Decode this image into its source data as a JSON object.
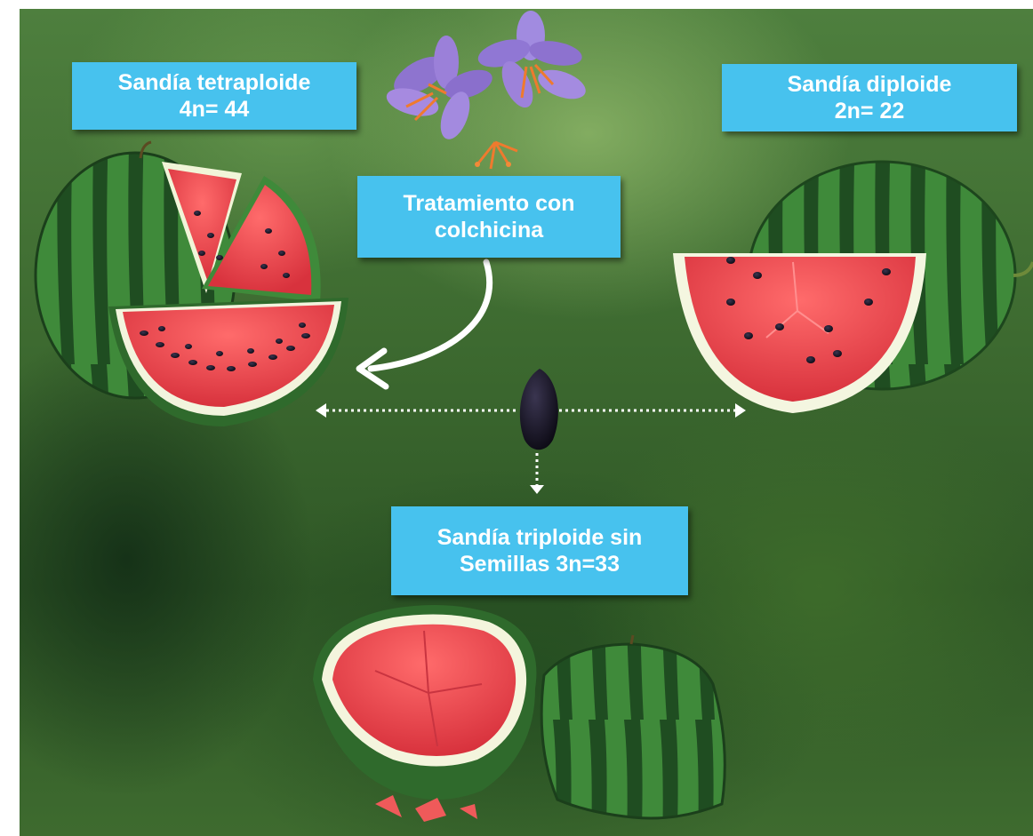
{
  "labels": {
    "tetraploid": {
      "line1": "Sandía tetraploide",
      "line2": "4n= 44"
    },
    "diploid": {
      "line1": "Sandía diploide",
      "line2": "2n= 22"
    },
    "treatment": {
      "line1": "Tratamiento con",
      "line2": "colchicina"
    },
    "triploid": {
      "line1": "Sandía triploide sin",
      "line2": "Semillas 3n=33"
    }
  },
  "colors": {
    "label_background": "#47c2ee",
    "label_text": "#ffffff",
    "watermelon_flesh": "#e8434c",
    "watermelon_rind": "#2f6a2c",
    "flower": "#9a7fd6"
  },
  "icons": [
    "crocus-flower-icon",
    "watermelon-seed-icon",
    "curved-arrow-icon",
    "double-arrow-icon",
    "down-arrow-icon"
  ]
}
